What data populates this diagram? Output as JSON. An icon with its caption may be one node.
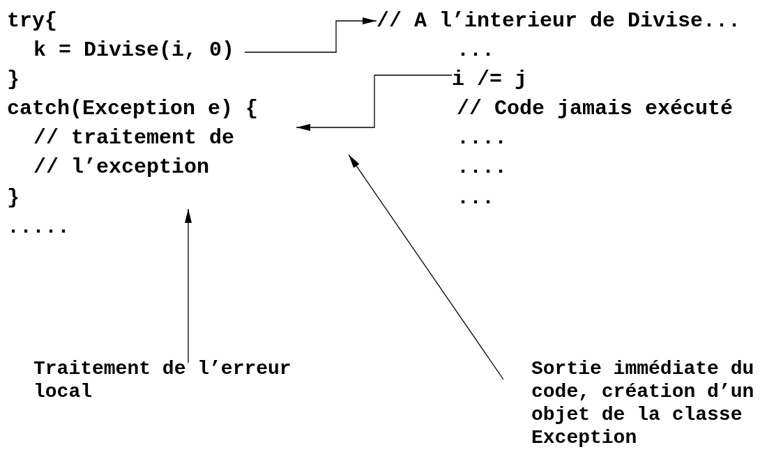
{
  "diagram": {
    "nodes": [
      {
        "text": [
          "k = Divise(i, 0)"
        ]
      },
      {
        "text": [
          "// A l’interieur de Divise..."
        ]
      },
      {
        "text": [
          "i /= j"
        ]
      },
      {
        "text": [
          "Traitement de l’erreur local"
        ]
      },
      {
        "text": [
          "Sortie immédiate du code, création d’un objet de la classe Exception"
        ]
      }
    ],
    "edges": [
      {
        "from": 0,
        "to": 1,
        "arrow": "to"
      },
      {
        "from": 2,
        "to": null,
        "arrow": "to"
      },
      {
        "from": 3,
        "to": null,
        "arrow": "to"
      },
      {
        "from": 4,
        "to": null,
        "arrow": "to"
      }
    ],
    "labels": [
      "try{",
      "}",
      "catch(Exception e) {",
      "// traitement de",
      "// l’exception",
      "}",
      ".....",
      "...",
      "// Code jamais exécuté",
      "....",
      "....",
      "..."
    ]
  }
}
